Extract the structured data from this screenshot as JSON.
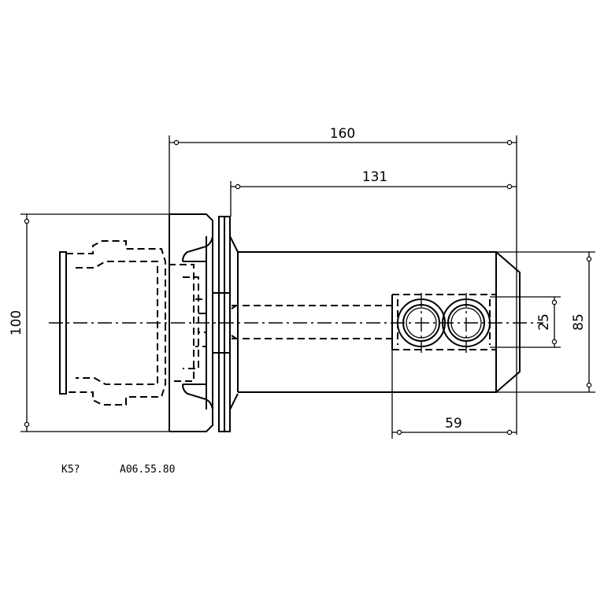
{
  "dimensions": {
    "overall_length": "160",
    "length_from_flange": "131",
    "outer_diameter": "100",
    "body_height": "85",
    "cross_bore_spacing": "25",
    "head_length": "59"
  },
  "note": {
    "left": "K5?",
    "right": "A06.55.80"
  }
}
